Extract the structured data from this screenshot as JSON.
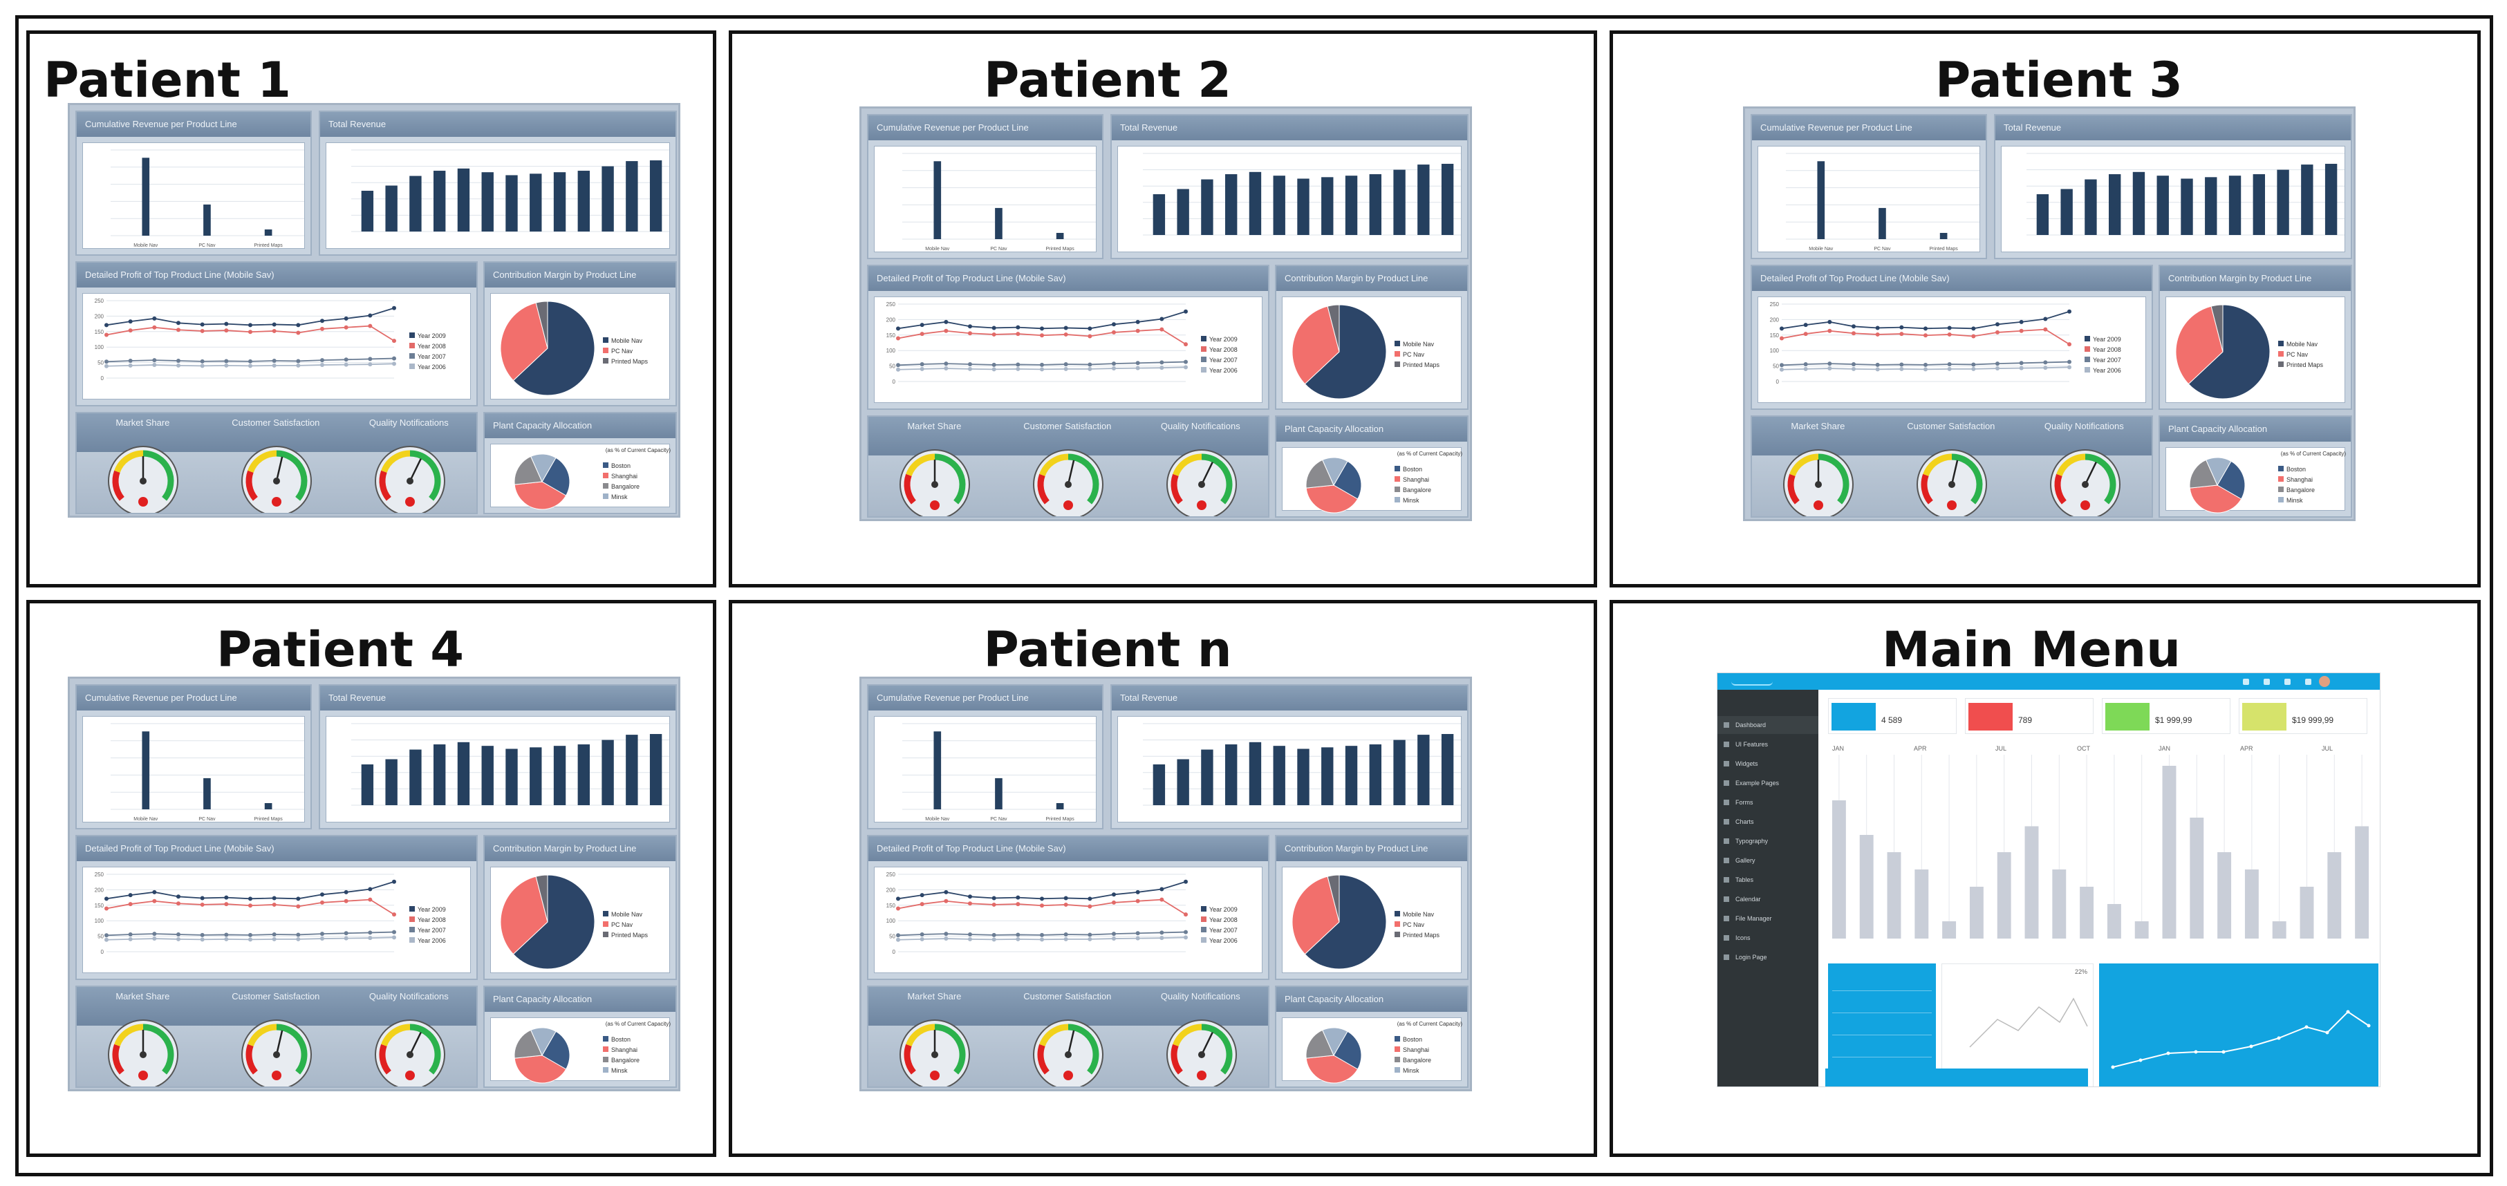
{
  "cells": [
    {
      "title": "Patient 1"
    },
    {
      "title": "Patient 2"
    },
    {
      "title": "Patient 3"
    },
    {
      "title": "Patient 4"
    },
    {
      "title": "Patient n"
    },
    {
      "title": "Main Menu"
    }
  ],
  "dashboard": {
    "panel_titles": {
      "cumulative": "Cumulative Revenue per Product Line",
      "total": "Total Revenue",
      "profit": "Detailed Profit of Top Product Line (Mobile Sav)",
      "margin": "Contribution Margin by Product Line",
      "plant": "Plant Capacity Allocation"
    },
    "cumulative_bars": [
      100,
      40,
      8
    ],
    "cumulative_categories": [
      "Mobile Nav",
      "PC Nav",
      "Printed Maps"
    ],
    "cumulative_ymax": 110,
    "total_bars": [
      55,
      62,
      75,
      82,
      85,
      80,
      76,
      78,
      80,
      82,
      88,
      95,
      96
    ],
    "total_ymax": 110,
    "profit_series": [
      {
        "name": "Year 2009",
        "color": "#2c4568",
        "values": [
          178,
          190,
          200,
          185,
          180,
          182,
          178,
          180,
          178,
          192,
          200,
          210,
          235
        ]
      },
      {
        "name": "Year 2008",
        "color": "#e26a68",
        "values": [
          145,
          160,
          170,
          162,
          158,
          160,
          155,
          158,
          152,
          165,
          170,
          175,
          125
        ]
      },
      {
        "name": "Year 2007",
        "color": "#6c7e95",
        "values": [
          55,
          58,
          60,
          58,
          56,
          57,
          56,
          58,
          57,
          60,
          62,
          64,
          66
        ]
      },
      {
        "name": "Year 2006",
        "color": "#aab7c8",
        "values": [
          40,
          42,
          44,
          42,
          41,
          42,
          41,
          42,
          42,
          44,
          45,
          46,
          48
        ]
      }
    ],
    "profit_ymax": 260,
    "profit_yticks": [
      "250",
      "200",
      "150",
      "100",
      "50",
      "0"
    ],
    "margin_slices": [
      {
        "label": "Mobile Nav",
        "value": 63,
        "color": "#2c4568"
      },
      {
        "label": "PC Nav",
        "value": 33,
        "color": "#f26f6c"
      },
      {
        "label": "Printed Maps",
        "value": 4,
        "color": "#6a6b74"
      }
    ],
    "plant_note": "(as % of Current Capacity)",
    "plant_slices": [
      {
        "label": "Boston",
        "value": 25,
        "color": "#3a5a85"
      },
      {
        "label": "Shanghai",
        "value": 40,
        "color": "#f26f6c"
      },
      {
        "label": "Bangalore",
        "value": 20,
        "color": "#8a8a8e"
      },
      {
        "label": "Minsk",
        "value": 15,
        "color": "#9fb2c8"
      }
    ],
    "gauges": [
      {
        "label": "Market Share",
        "value": 0.5
      },
      {
        "label": "Customer Satisfaction",
        "value": 0.55
      },
      {
        "label": "Quality Notifications",
        "value": 0.6
      }
    ],
    "colors": {
      "bar": "#25405f",
      "panel": "#c9d4e0",
      "header": "#7b92ac"
    }
  },
  "main_menu": {
    "sidebar_items": [
      "Dashboard",
      "UI Features",
      "Widgets",
      "Example Pages",
      "Forms",
      "Charts",
      "Typography",
      "Gallery",
      "Tables",
      "Calendar",
      "File Manager",
      "Icons",
      "Login Page"
    ],
    "stats": [
      {
        "value": "4 589",
        "color": "#12a4e0"
      },
      {
        "value": "789",
        "color": "#f04e4e"
      },
      {
        "value": "$1 999,99",
        "color": "#7ed957"
      },
      {
        "value": "$19 999,99",
        "color": "#d6e36b"
      }
    ],
    "bar_months": [
      "JAN",
      "APR",
      "JUL",
      "OCT",
      "JAN",
      "APR",
      "JUL"
    ],
    "bars": [
      80,
      60,
      50,
      40,
      10,
      30,
      50,
      65,
      40,
      30,
      20,
      10,
      100,
      70,
      50,
      40,
      10,
      30,
      50,
      65
    ],
    "progress_pct": "22%",
    "colors": {
      "accent": "#12a4e0",
      "sidebar": "#2f3538",
      "bar": "#c9ced8"
    }
  }
}
